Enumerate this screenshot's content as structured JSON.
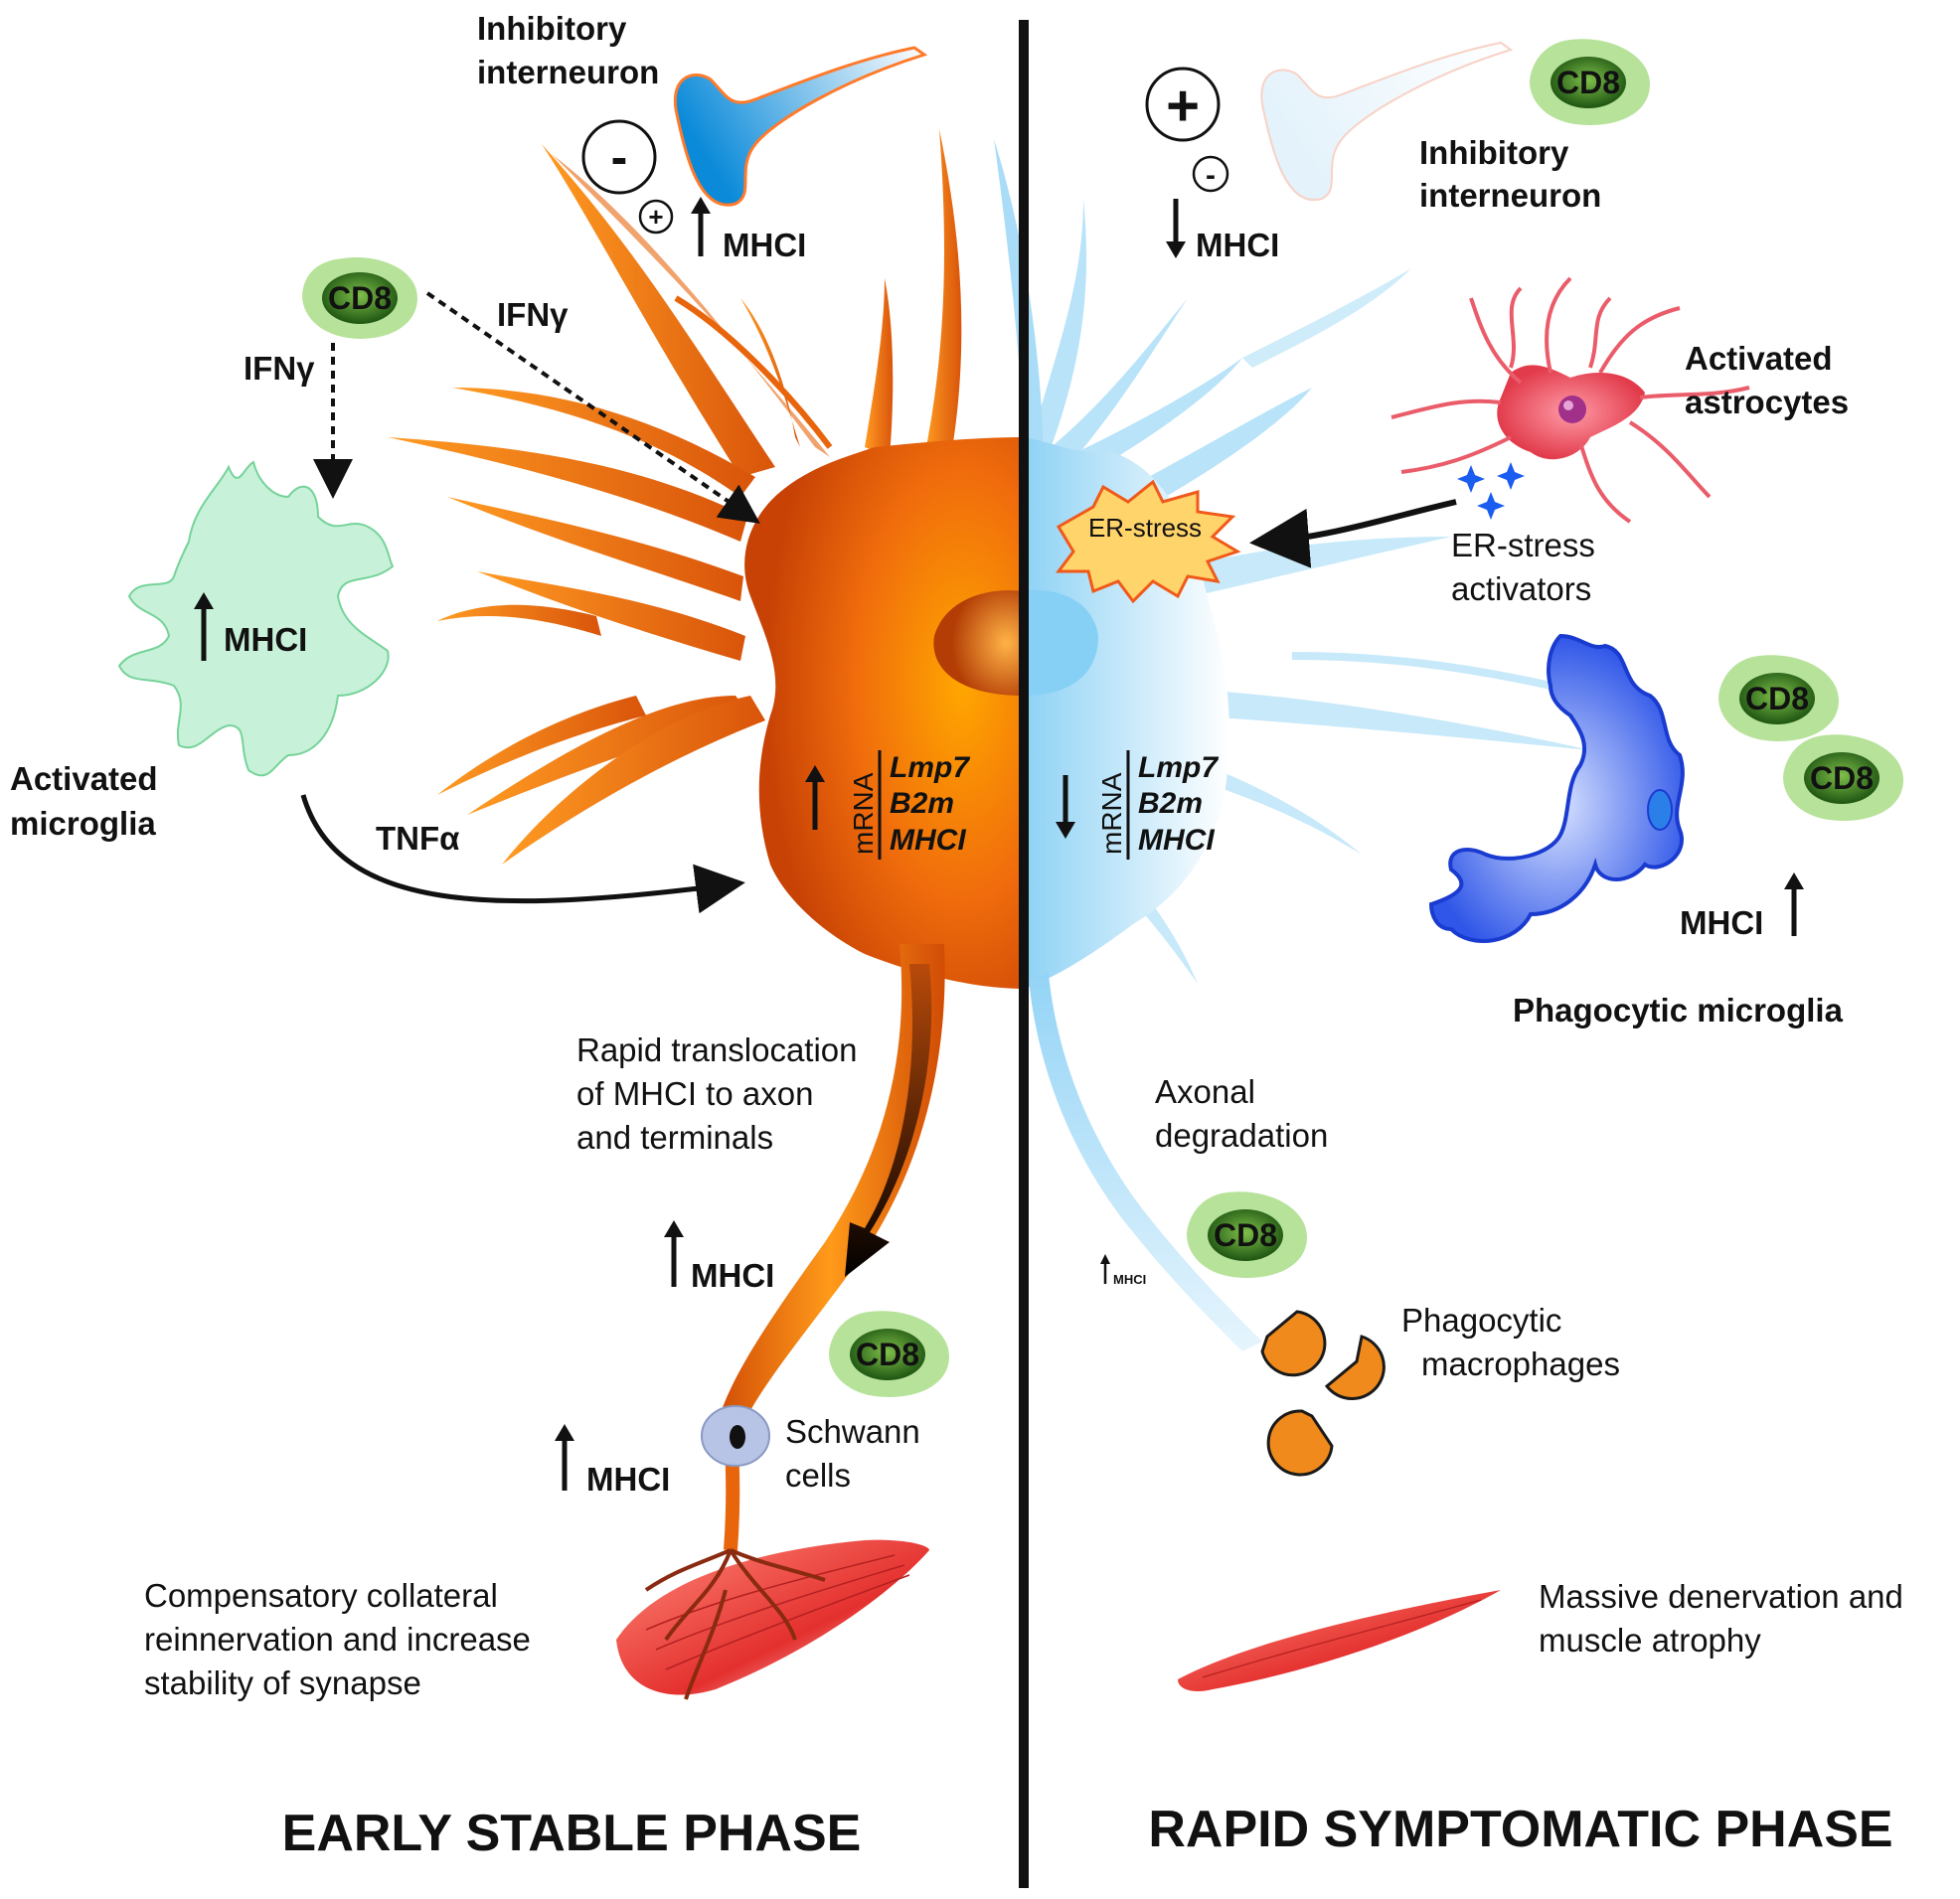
{
  "colors": {
    "early_neuron": "#e8650c",
    "late_neuron": "#a9dcf6",
    "cd8_outer": "#b7e29a",
    "cd8_inner": "#2f6d1e",
    "microglia_activated": "#c8f1d9",
    "phagocytic_microglia": "#3a5de8",
    "astrocyte": "#ea5c6a",
    "er_stress_fill": "#ffd46a",
    "macrophage": "#f08a1c",
    "muscle": "#e73c3c"
  },
  "labels": {
    "inhibitory_interneuron_left": [
      "Inhibitory",
      "interneuron"
    ],
    "inhibitory_interneuron_right": [
      "Inhibitory",
      "interneuron"
    ],
    "mhci": "MHCI",
    "mhci_small": "MHCI",
    "ifng": "IFNγ",
    "tnfa": "TNFα",
    "activated_microglia": [
      "Activated",
      "microglia"
    ],
    "cd8": "CD8",
    "mrna": "mRNA",
    "genes": [
      "Lmp7",
      "B2m",
      "MHCI"
    ],
    "rapid_translocation": [
      "Rapid translocation",
      "of MHCI to axon",
      "and terminals"
    ],
    "schwann_cells": [
      "Schwann",
      "cells"
    ],
    "compensatory": [
      "Compensatory collateral",
      "reinnervation and increase",
      "stability of synapse"
    ],
    "activated_astrocytes": [
      "Activated",
      "astrocytes"
    ],
    "er_stress": "ER-stress",
    "er_stress_activators": [
      "ER-stress",
      "activators"
    ],
    "phagocytic_microglia": "Phagocytic microglia",
    "axonal_degradation": [
      "Axonal",
      "degradation"
    ],
    "phagocytic_macrophages": [
      "Phagocytic",
      "macrophages"
    ],
    "massive_denervation": [
      "Massive denervation and",
      "muscle atrophy"
    ],
    "minus": "-",
    "plus": "+",
    "phase_early": "EARLY STABLE PHASE",
    "phase_rapid": "RAPID SYMPTOMATIC PHASE"
  }
}
